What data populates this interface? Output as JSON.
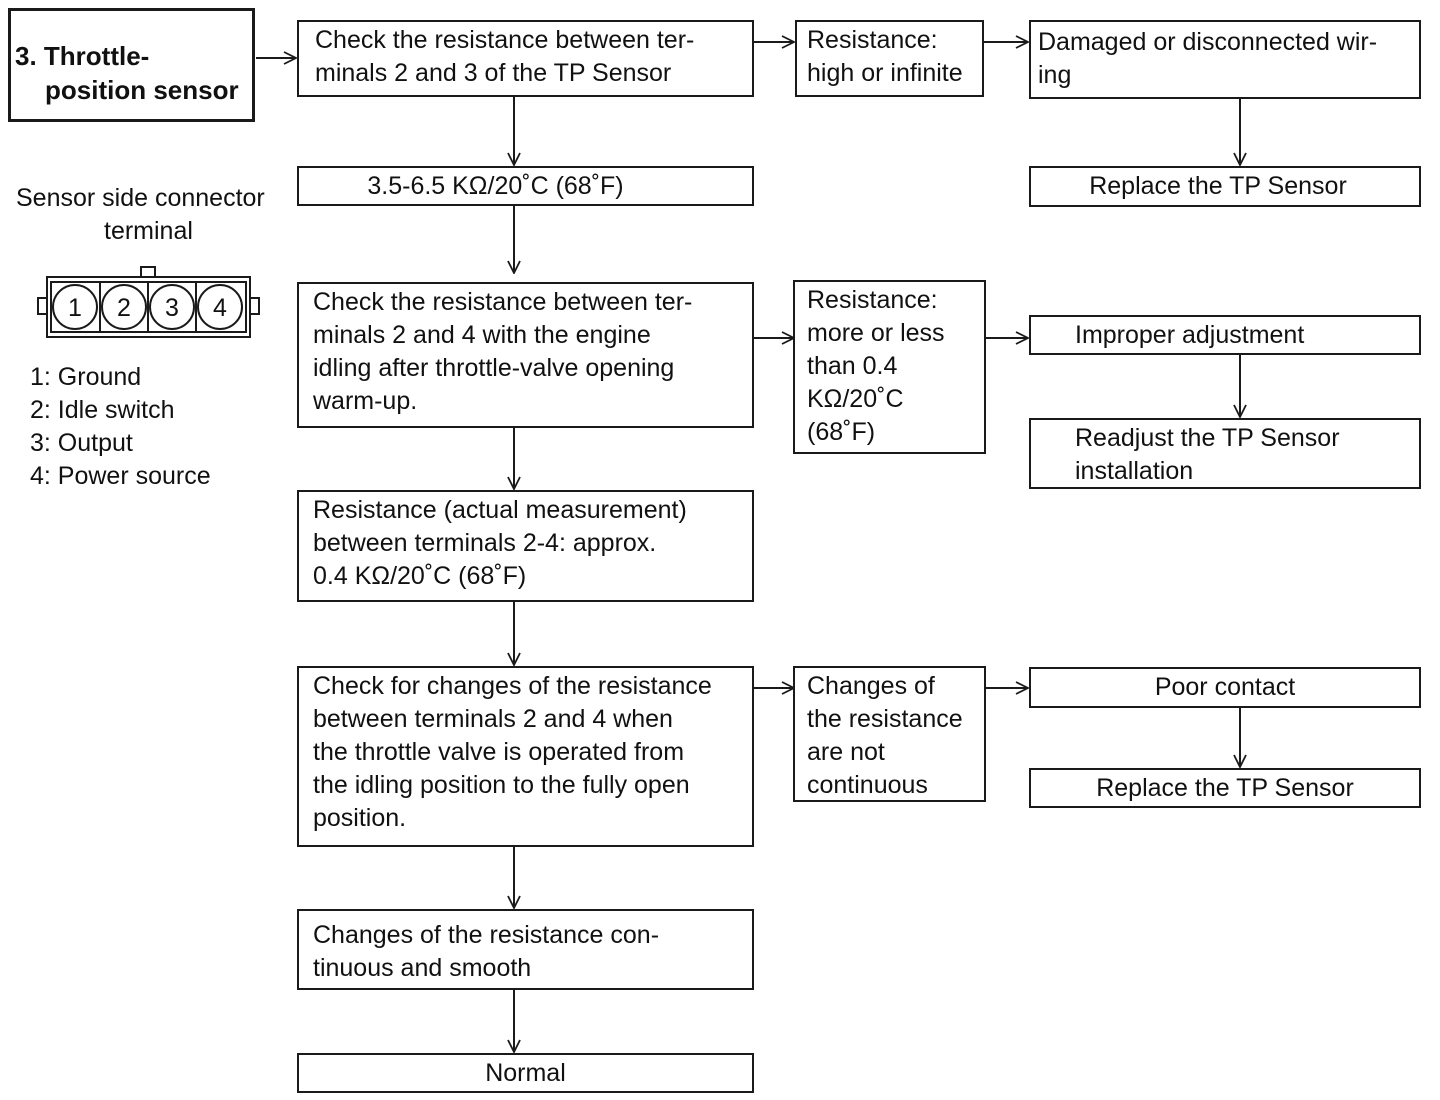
{
  "title": {
    "line1": "3. Throttle-",
    "line2": "position sensor"
  },
  "connector": {
    "caption_line1": "Sensor side connector",
    "caption_line2": "terminal",
    "pins": [
      "1",
      "2",
      "3",
      "4"
    ],
    "legend": [
      "1: Ground",
      "2: Idle switch",
      "3: Output",
      "4: Power source"
    ]
  },
  "flow": {
    "step1": "Check the resistance between ter-\nminals 2 and 3 of the TP Sensor",
    "spec1": "3.5-6.5 KΩ/20˚C (68˚F)",
    "step2": "Check the resistance between ter-\nminals 2 and 4 with the engine\nidling after throttle-valve opening\nwarm-up.",
    "spec2": "Resistance (actual measurement)\nbetween terminals 2-4: approx.\n0.4 KΩ/20˚C (68˚F)",
    "step3": "Check for changes of the resistance\nbetween terminals 2 and 4 when\nthe throttle valve is operated from\nthe idling position to the fully open\nposition.",
    "result3": "Changes of the resistance con-\ntinuous and smooth",
    "normal": "Normal"
  },
  "branches": {
    "b1_condition": "Resistance:\nhigh or infinite",
    "b1_cause": "Damaged or disconnected wir-\ning",
    "b1_action": "Replace the TP Sensor",
    "b2_condition": "Resistance:\nmore or less\nthan 0.4\nKΩ/20˚C\n(68˚F)",
    "b2_cause": "Improper adjustment",
    "b2_action": "Readjust the TP Sensor\ninstallation",
    "b3_condition": "Changes of\nthe resistance\nare not\ncontinuous",
    "b3_cause": "Poor contact",
    "b3_action": "Replace the TP Sensor"
  }
}
